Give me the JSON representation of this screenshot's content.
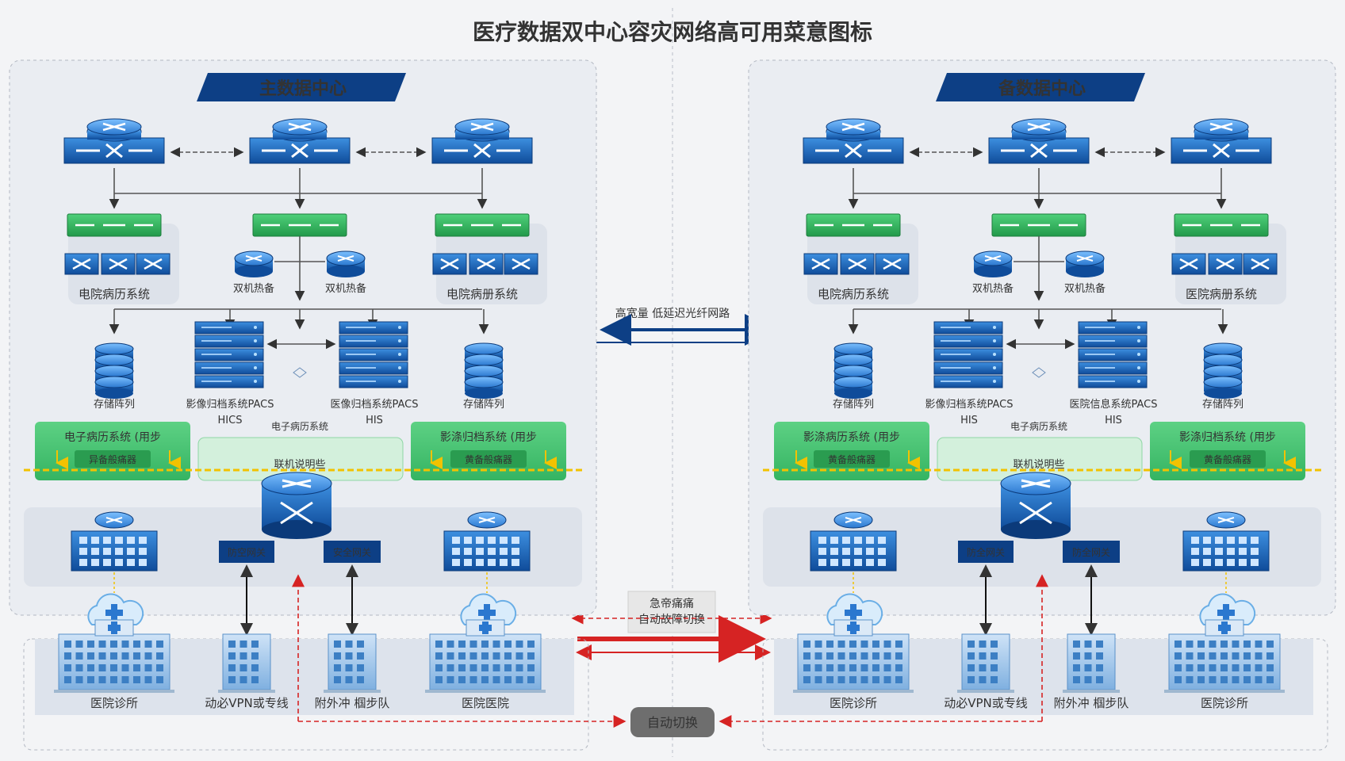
{
  "title": "医疗数据双中心容灾网络高可用菜意图标",
  "primary": {
    "header": "主数据中心",
    "cluster_left_label": "电院病历系统",
    "cluster_right_label": "电院病册系统",
    "hotstandby": [
      "双机热备",
      "双机热备"
    ],
    "storage": [
      "存储阵列",
      "存储阵列"
    ],
    "servers": [
      {
        "line1": "影像归档系统PACS",
        "line2": "HICS"
      },
      {
        "line1": "医像归档系统PACS",
        "line2": "HIS"
      }
    ],
    "center_caption": "电子病历系统",
    "green_left": {
      "title": "电子病历系统 (用步",
      "button": "异备般痛器"
    },
    "green_mid": "联机说明些",
    "green_right": {
      "title": "影涤归档系统 (用步",
      "button": "黄备般痛器"
    },
    "gateways": [
      "防空网关",
      "安全网关"
    ],
    "bottom_labels": [
      "医院诊所",
      "动必VPN或专线",
      "附外冲 椢步队",
      "医院医院"
    ]
  },
  "secondary": {
    "header": "备数据中心",
    "cluster_left_label": "电院病历系统",
    "cluster_right_label": "医院病册系统",
    "hotstandby": [
      "双机热备",
      "双机热备"
    ],
    "storage": [
      "存储阵列",
      "存储阵列"
    ],
    "servers": [
      {
        "line1": "影像归档系统PACS",
        "line2": "HIS"
      },
      {
        "line1": "医院信息系统PACS",
        "line2": "HIS"
      }
    ],
    "center_caption": "电子病历系统",
    "green_left": {
      "title": "影涤病历系统 (用步",
      "button": "黄备般痛器"
    },
    "green_mid": "联机说明些",
    "green_right": {
      "title": "影涤归档系统 (用步",
      "button": "黄备般痛器"
    },
    "gateways": [
      "防全网关",
      "防全网关"
    ],
    "bottom_labels": [
      "医院诊所",
      "动必VPN或专线",
      "附外冲 椢步队",
      "医院诊所"
    ]
  },
  "link_label": "高宽量 低延迟光纤网路",
  "failover_box": [
    "急帝痛痛",
    "自动故障切换"
  ],
  "auto_switch_label": "自动切换",
  "colors": {
    "navy": "#0d3f85",
    "blue": "#1a63b8",
    "green": "#2fb35a",
    "red": "#d62323",
    "panel": "#e9ecf2"
  }
}
